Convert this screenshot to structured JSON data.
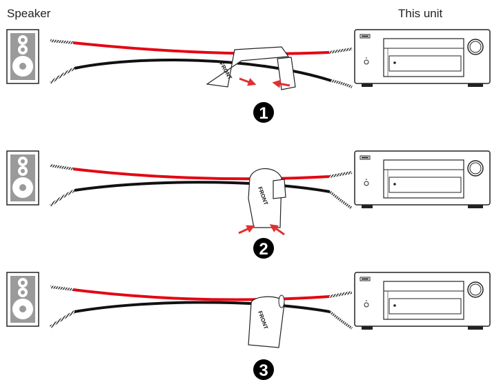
{
  "labels": {
    "speaker": "Speaker",
    "unit": "This unit"
  },
  "tag_text": "FRONT",
  "steps": [
    {
      "number": "1"
    },
    {
      "number": "2"
    },
    {
      "number": "3"
    }
  ],
  "colors": {
    "positive_wire": "#e30613",
    "negative_wire": "#111111",
    "arrow": "#e03030",
    "speaker_fill": "#9a9a9a",
    "step_badge": "#000000"
  }
}
